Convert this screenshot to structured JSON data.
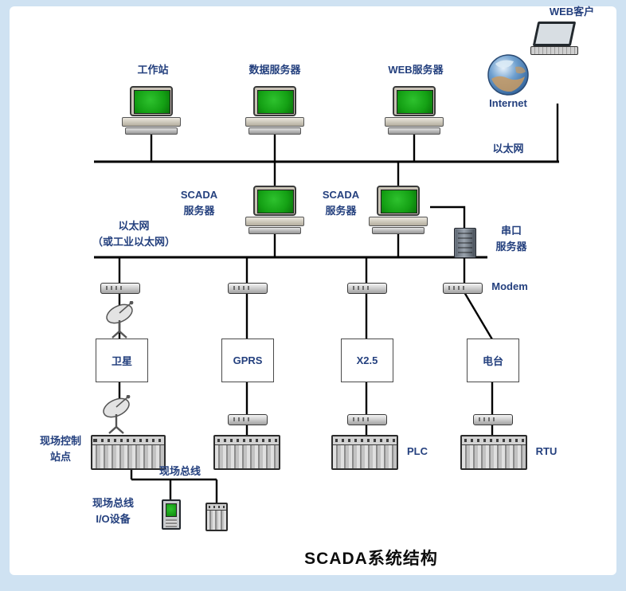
{
  "diagram": {
    "title": "SCADA系统结构",
    "top": {
      "web_client": "WEB客户",
      "internet": "Internet",
      "workstation": "工作站",
      "data_server": "数据服务器",
      "web_server": "WEB服务器",
      "ethernet": "以太网"
    },
    "middle": {
      "scada1_l1": "SCADA",
      "scada1_l2": "服务器",
      "scada2_l1": "SCADA",
      "scada2_l2": "服务器",
      "ethernet2_l1": "以太网",
      "ethernet2_l2": "（或工业以太网）",
      "serial_l1": "串口",
      "serial_l2": "服务器",
      "modem": "Modem"
    },
    "links": {
      "satellite": "卫星",
      "gprs": "GPRS",
      "x25": "X2.5",
      "radio": "电台"
    },
    "bottom": {
      "field_control_l1": "现场控制",
      "field_control_l2": "站点",
      "plc": "PLC",
      "rtu": "RTU",
      "fieldbus": "现场总线",
      "io_l1": "现场总线",
      "io_l2": "I/O设备"
    },
    "colors": {
      "label": "#24407e",
      "border_bg": "#cfe2f2",
      "line": "#000000",
      "screen": "#14a014"
    }
  }
}
